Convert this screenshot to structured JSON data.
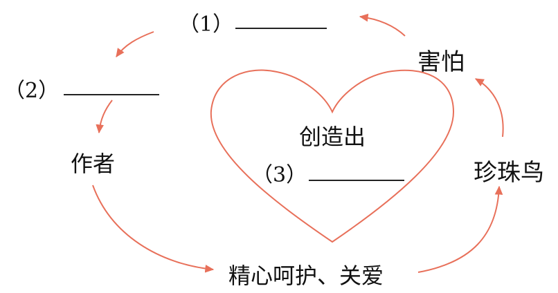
{
  "colors": {
    "arrow": "#e8705a",
    "heart": "#e8705a",
    "text": "#111111",
    "blank_line": "#222222"
  },
  "diagram": {
    "blank_1": {
      "number": "（1）"
    },
    "blank_2": {
      "number": "（2）"
    },
    "blank_3": {
      "number": "（3）"
    },
    "node_fear": "害怕",
    "node_author": "作者",
    "node_bird": "珍珠鸟",
    "node_care": "精心呵护、关爱",
    "heart_caption": "创造出"
  }
}
